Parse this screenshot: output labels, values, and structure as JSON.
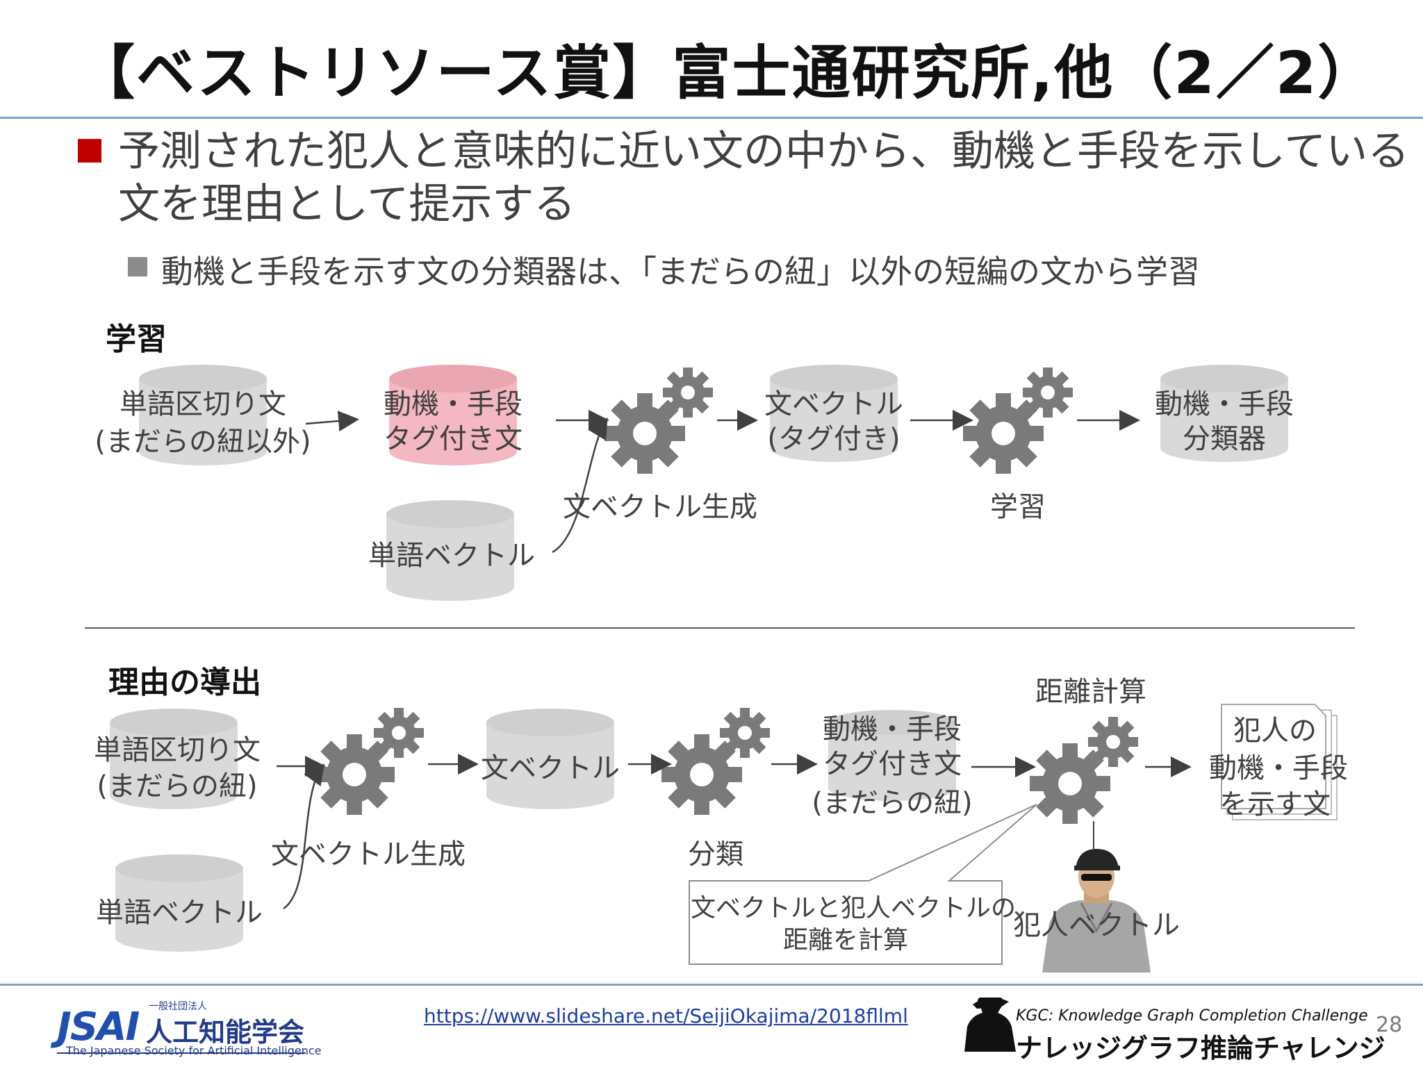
{
  "title": "【ベストリソース賞】富士通研究所,他（2／2）",
  "bullets": {
    "main_line1": "予測された犯人と意味的に近い文の中から、動機と手段を示している",
    "main_line2": "文を理由として提示する",
    "sub": "動機と手段を示す文の分類器は、「まだらの紐」以外の短編の文から学習"
  },
  "learning": {
    "section_label": "学習",
    "db1_line1": "単語区切り文",
    "db1_line2": "(まだらの紐以外)",
    "db2_line1": "動機・手段",
    "db2_line2": "タグ付き文",
    "db3": "単語ベクトル",
    "gear1_label": "文ベクトル生成",
    "db4_line1": "文ベクトル",
    "db4_line2": "(タグ付き)",
    "gear2_label": "学習",
    "db5_line1": "動機・手段",
    "db5_line2": "分類器"
  },
  "derivation": {
    "section_label": "理由の導出",
    "db1_line1": "単語区切り文",
    "db1_line2": "(まだらの紐)",
    "db2": "単語ベクトル",
    "gear1_label": "文ベクトル生成",
    "db3": "文ベクトル",
    "gear2_label": "分類",
    "out_line1": "動機・手段",
    "out_line2": "タグ付き文",
    "out_line3": "(まだらの紐)",
    "gear3_label": "距離計算",
    "callout_line1": "文ベクトルと犯人ベクトルの",
    "callout_line2": "距離を計算",
    "culprit_label": "犯人ベクトル",
    "doc_line1": "犯人の",
    "doc_line2": "動機・手段",
    "doc_line3": "を示す文"
  },
  "footer": {
    "url": "https://www.slideshare.net/SeijiOkajima/2018fllml",
    "page_number": "28",
    "jsai_mark": "JSAI",
    "jsai_small": "一般社団法人",
    "jsai_name": "人工知能学会",
    "jsai_english": "The Japanese Society for Artificial Intelligence",
    "kgc_english": "KGC: Knowledge Graph Completion Challenge",
    "kgc_japanese": "ナレッジグラフ推論チャレンジ"
  },
  "colors": {
    "bullet_red": "#c00000",
    "tag_db_pink": "#f4b8c2",
    "db_gray": "#d9d9d9",
    "gear_gray": "#7a7a7a",
    "rule_blue": "#7f9fc2"
  }
}
